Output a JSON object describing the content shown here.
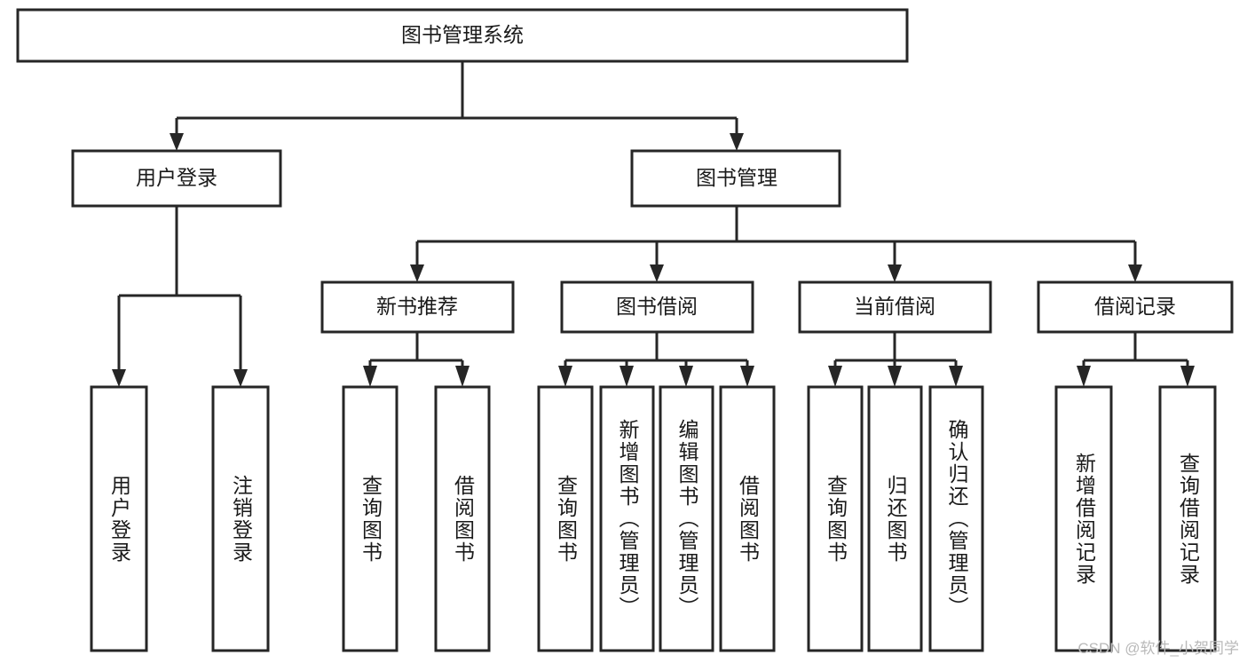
{
  "diagram": {
    "title": "图书管理系统",
    "watermark": "CSDN @软件_小贺同学",
    "root": {
      "id": "root",
      "label": "图书管理系统"
    },
    "level2": [
      {
        "id": "user-login",
        "label": "用户登录"
      },
      {
        "id": "book-management",
        "label": "图书管理"
      }
    ],
    "level3": [
      {
        "id": "new-book-recommend",
        "label": "新书推荐",
        "parent": "book-management"
      },
      {
        "id": "book-borrow",
        "label": "图书借阅",
        "parent": "book-management"
      },
      {
        "id": "current-borrow",
        "label": "当前借阅",
        "parent": "book-management"
      },
      {
        "id": "borrow-record",
        "label": "借阅记录",
        "parent": "book-management"
      }
    ],
    "leaves": [
      {
        "id": "leaf-user-login",
        "label": "用户登录",
        "parent": "user-login"
      },
      {
        "id": "leaf-user-logout",
        "label": "注销登录",
        "parent": "user-login"
      },
      {
        "id": "leaf-query-book-1",
        "label": "查询图书",
        "parent": "new-book-recommend"
      },
      {
        "id": "leaf-borrow-book-1",
        "label": "借阅图书",
        "parent": "new-book-recommend"
      },
      {
        "id": "leaf-query-book-2",
        "label": "查询图书",
        "parent": "book-borrow"
      },
      {
        "id": "leaf-add-book",
        "label": "新增图书（管理员）",
        "parent": "book-borrow"
      },
      {
        "id": "leaf-edit-book",
        "label": "编辑图书（管理员）",
        "parent": "book-borrow"
      },
      {
        "id": "leaf-borrow-book-2",
        "label": "借阅图书",
        "parent": "book-borrow"
      },
      {
        "id": "leaf-query-book-3",
        "label": "查询图书",
        "parent": "current-borrow"
      },
      {
        "id": "leaf-return-book",
        "label": "归还图书",
        "parent": "current-borrow"
      },
      {
        "id": "leaf-confirm-return",
        "label": "确认归还（管理员）",
        "parent": "current-borrow"
      },
      {
        "id": "leaf-add-record",
        "label": "新增借阅记录",
        "parent": "borrow-record"
      },
      {
        "id": "leaf-query-record",
        "label": "查询借阅记录",
        "parent": "borrow-record"
      }
    ],
    "colors": {
      "stroke": "#262626",
      "fill": "#ffffff",
      "text": "#1a1a1a",
      "watermark": "#b9b9b9"
    }
  },
  "chart_data": {
    "type": "tree-diagram",
    "title": "图书管理系统",
    "orientation": "top-down",
    "levels": 4,
    "nodes": [
      {
        "level": 1,
        "label": "图书管理系统",
        "children": [
          "用户登录",
          "图书管理"
        ]
      },
      {
        "level": 2,
        "label": "用户登录",
        "children": [
          "用户登录",
          "注销登录"
        ]
      },
      {
        "level": 2,
        "label": "图书管理",
        "children": [
          "新书推荐",
          "图书借阅",
          "当前借阅",
          "借阅记录"
        ]
      },
      {
        "level": 3,
        "label": "新书推荐",
        "children": [
          "查询图书",
          "借阅图书"
        ]
      },
      {
        "level": 3,
        "label": "图书借阅",
        "children": [
          "查询图书",
          "新增图书（管理员）",
          "编辑图书（管理员）",
          "借阅图书"
        ]
      },
      {
        "level": 3,
        "label": "当前借阅",
        "children": [
          "查询图书",
          "归还图书",
          "确认归还（管理员）"
        ]
      },
      {
        "level": 3,
        "label": "借阅记录",
        "children": [
          "新增借阅记录",
          "查询借阅记录"
        ]
      }
    ]
  }
}
